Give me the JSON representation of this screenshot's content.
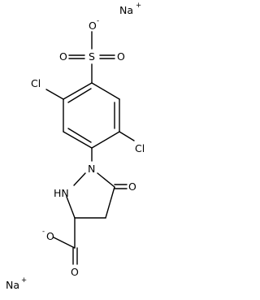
{
  "molecule": {
    "counter_ion_top": {
      "symbol": "Na",
      "charge": "+"
    },
    "counter_ion_bottom": {
      "symbol": "Na",
      "charge": "+"
    },
    "sulfonate": {
      "o_top": "O",
      "o_top_charge": "-",
      "s": "S",
      "o_left": "O",
      "o_right": "O"
    },
    "chloro_left": "Cl",
    "chloro_right": "Cl",
    "ring_nitrogen": "N",
    "ring_nh": "HN",
    "ketone_oxygen": "O",
    "carboxylate": {
      "o_minus": "O",
      "o_minus_charge": "-",
      "o_double": "O"
    }
  }
}
